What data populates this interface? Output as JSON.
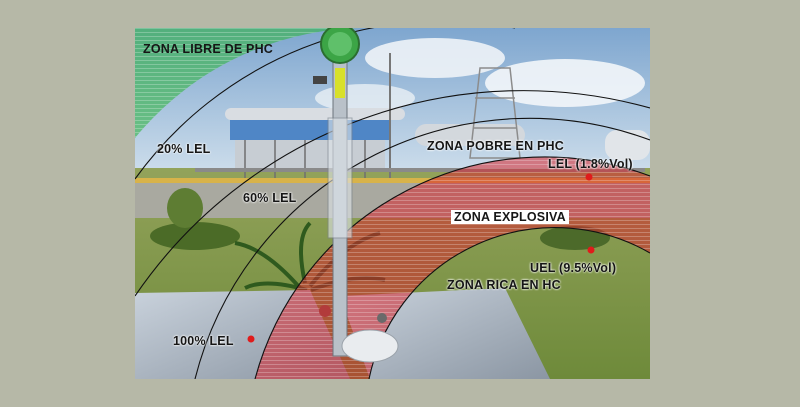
{
  "labels": {
    "zona_libre": "ZONA LIBRE DE PHC",
    "lel_20": "20% LEL",
    "lel_60": "60% LEL",
    "zona_pobre": "ZONA POBRE EN PHC",
    "lel_vol": "LEL (1.8%Vol)",
    "zona_explosiva": "ZONA EXPLOSIVA",
    "uel_vol": "UEL (9.5%Vol)",
    "zona_rica": "ZONA RICA EN HC",
    "lel_100": "100% LEL"
  },
  "colors": {
    "background": "#b6b8a7",
    "free_zone": "#39b54a",
    "explosive_zone": "#d7262e",
    "marker": "#e01b1b"
  }
}
